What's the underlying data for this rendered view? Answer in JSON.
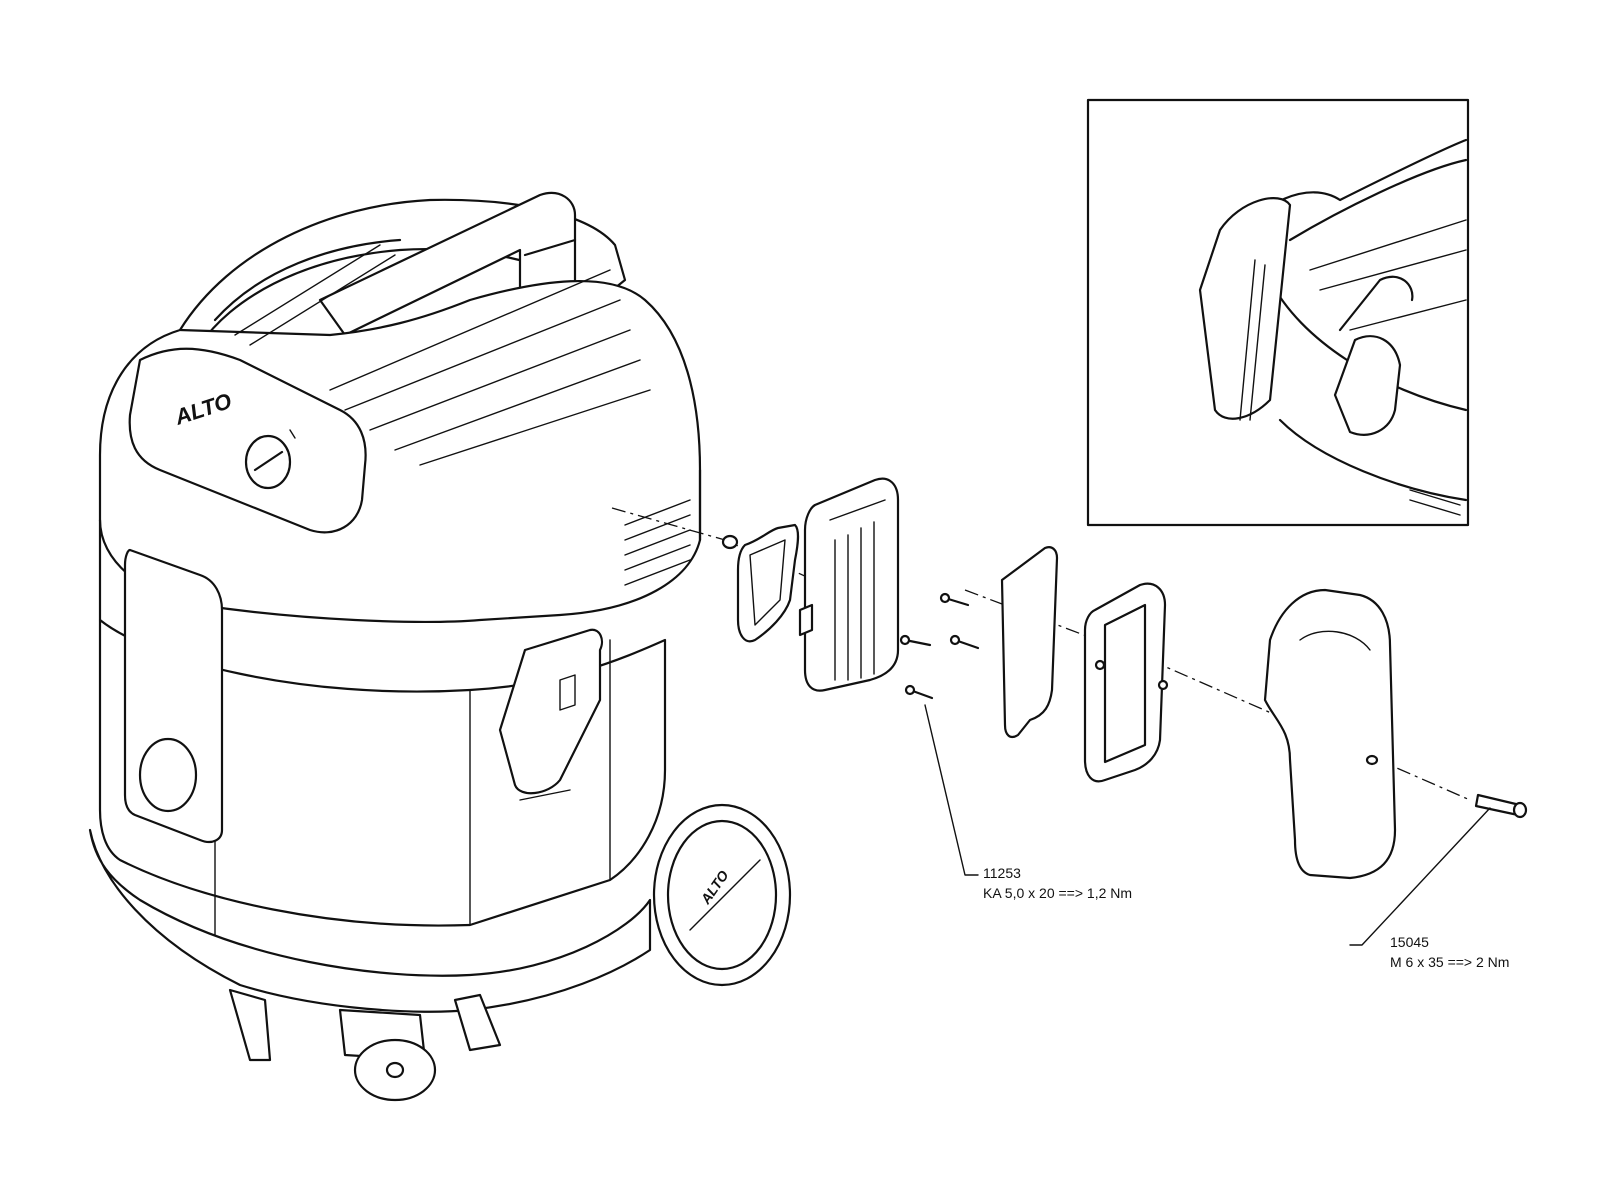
{
  "brand": {
    "body_logo": "ALTO",
    "wheel_logo": "ALTO"
  },
  "callouts": [
    {
      "part_no": "11253",
      "spec": "KA 5,0 x 20 ==> 1,2 Nm"
    },
    {
      "part_no": "15045",
      "spec": "M 6 x 35 ==> 2 Nm"
    }
  ],
  "colors": {
    "line": "#111111",
    "background": "#ffffff"
  }
}
